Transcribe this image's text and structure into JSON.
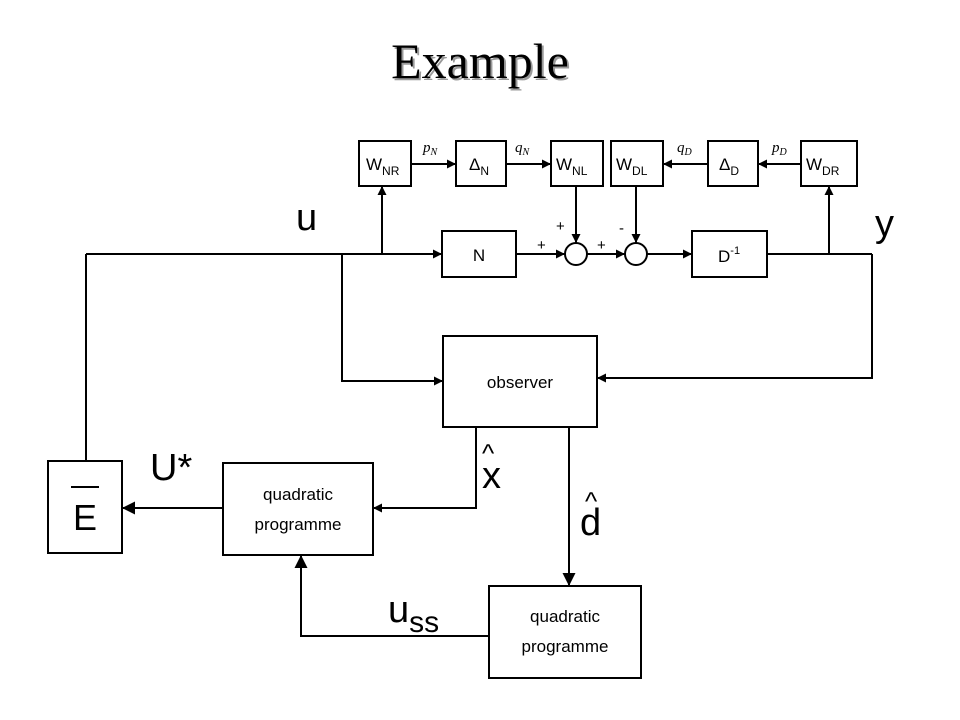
{
  "title": "Example",
  "blocks": {
    "w_nr": {
      "main": "W",
      "sub": "NR"
    },
    "delta_n": {
      "main": "Δ",
      "sub": "N"
    },
    "w_nl": {
      "main": "W",
      "sub": "NL"
    },
    "w_dl": {
      "main": "W",
      "sub": "DL"
    },
    "delta_d": {
      "main": "Δ",
      "sub": "D"
    },
    "w_dr": {
      "main": "W",
      "sub": "DR"
    },
    "n": "N",
    "d_inv": {
      "main": "D",
      "sup": "-1"
    },
    "observer": "observer",
    "qp_left": [
      "quadratic",
      "programme"
    ],
    "qp_bottom": [
      "quadratic",
      "programme"
    ],
    "e_bar": "E"
  },
  "signals": {
    "p_n": {
      "main": "p",
      "sub": "N"
    },
    "q_n": {
      "main": "q",
      "sub": "N"
    },
    "q_d": {
      "main": "q",
      "sub": "D"
    },
    "p_d": {
      "main": "p",
      "sub": "D"
    },
    "u": "u",
    "y": "y",
    "u_star": "U*",
    "x_hat": {
      "main": "x",
      "hat": "^"
    },
    "d_hat": {
      "main": "d",
      "hat": "^"
    },
    "u_ss": {
      "main": "u",
      "sub": "ss"
    }
  },
  "signs": {
    "sum1_left": "+",
    "sum1_top": "+",
    "sum2_left": "+",
    "sum2_top": "-"
  }
}
